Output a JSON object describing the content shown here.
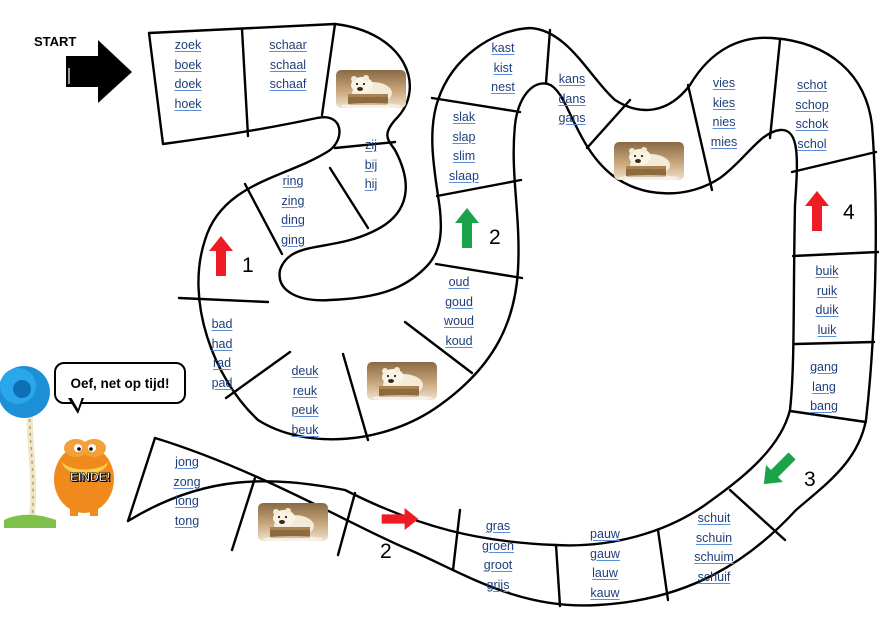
{
  "start_label": "START",
  "speech_bubble": "Oef, net op tijd!",
  "finish_label": "EINDE!",
  "colors": {
    "red_arrow": "#ee1c24",
    "green_arrow": "#1aa34a",
    "word": "#1f3f7a",
    "link": "#2f78c8",
    "tree_tuft": "#1c8fd6",
    "lorax": "#f08a1c"
  },
  "icons": {
    "start": "black-arrow-icon",
    "bear": "polar-bear-photo",
    "move": "direction-arrow-icon",
    "finish": "lorax-character"
  },
  "spaces": [
    {
      "words": [
        "zoek",
        "boek",
        "doek",
        "hoek"
      ]
    },
    {
      "words": [
        "schaar",
        "schaal",
        "schaaf"
      ]
    },
    {
      "image": "polar-bear-photo"
    },
    {
      "words": [
        "zij",
        "bij",
        "hij"
      ]
    },
    {
      "words": [
        "ring",
        "zing",
        "ding",
        "ging"
      ]
    },
    {
      "move": "red-arrow-up",
      "number": "1"
    },
    {
      "words": [
        "bad",
        "had",
        "rad",
        "pad"
      ]
    },
    {
      "words": [
        "deuk",
        "reuk",
        "peuk",
        "beuk"
      ]
    },
    {
      "image": "polar-bear-photo"
    },
    {
      "words": [
        "oud",
        "goud",
        "woud",
        "koud"
      ]
    },
    {
      "move": "green-arrow-up",
      "number": "2"
    },
    {
      "words": [
        "slak",
        "slap",
        "slim",
        "slaap"
      ]
    },
    {
      "words": [
        "kast",
        "kist",
        "nest"
      ]
    },
    {
      "words": [
        "kans",
        "dans",
        "gans"
      ]
    },
    {
      "image": "polar-bear-photo"
    },
    {
      "words": [
        "vies",
        "kies",
        "nies",
        "mies"
      ]
    },
    {
      "words": [
        "schot",
        "schop",
        "schok",
        "schol"
      ]
    },
    {
      "move": "red-arrow-up",
      "number": "4"
    },
    {
      "words": [
        "buik",
        "ruik",
        "duik",
        "luik"
      ]
    },
    {
      "words": [
        "gang",
        "lang",
        "bang"
      ]
    },
    {
      "move": "green-arrow-down-left",
      "number": "3"
    },
    {
      "words": [
        "schuit",
        "schuin",
        "schuim",
        "schuif"
      ]
    },
    {
      "words": [
        "pauw",
        "gauw",
        "lauw",
        "kauw"
      ]
    },
    {
      "words": [
        "gras",
        "groen",
        "groot",
        "grijs"
      ]
    },
    {
      "move": "red-arrow-right",
      "number": "2"
    },
    {
      "image": "polar-bear-photo"
    },
    {
      "words": [
        "jong",
        "zong",
        "long",
        "tong"
      ]
    }
  ]
}
